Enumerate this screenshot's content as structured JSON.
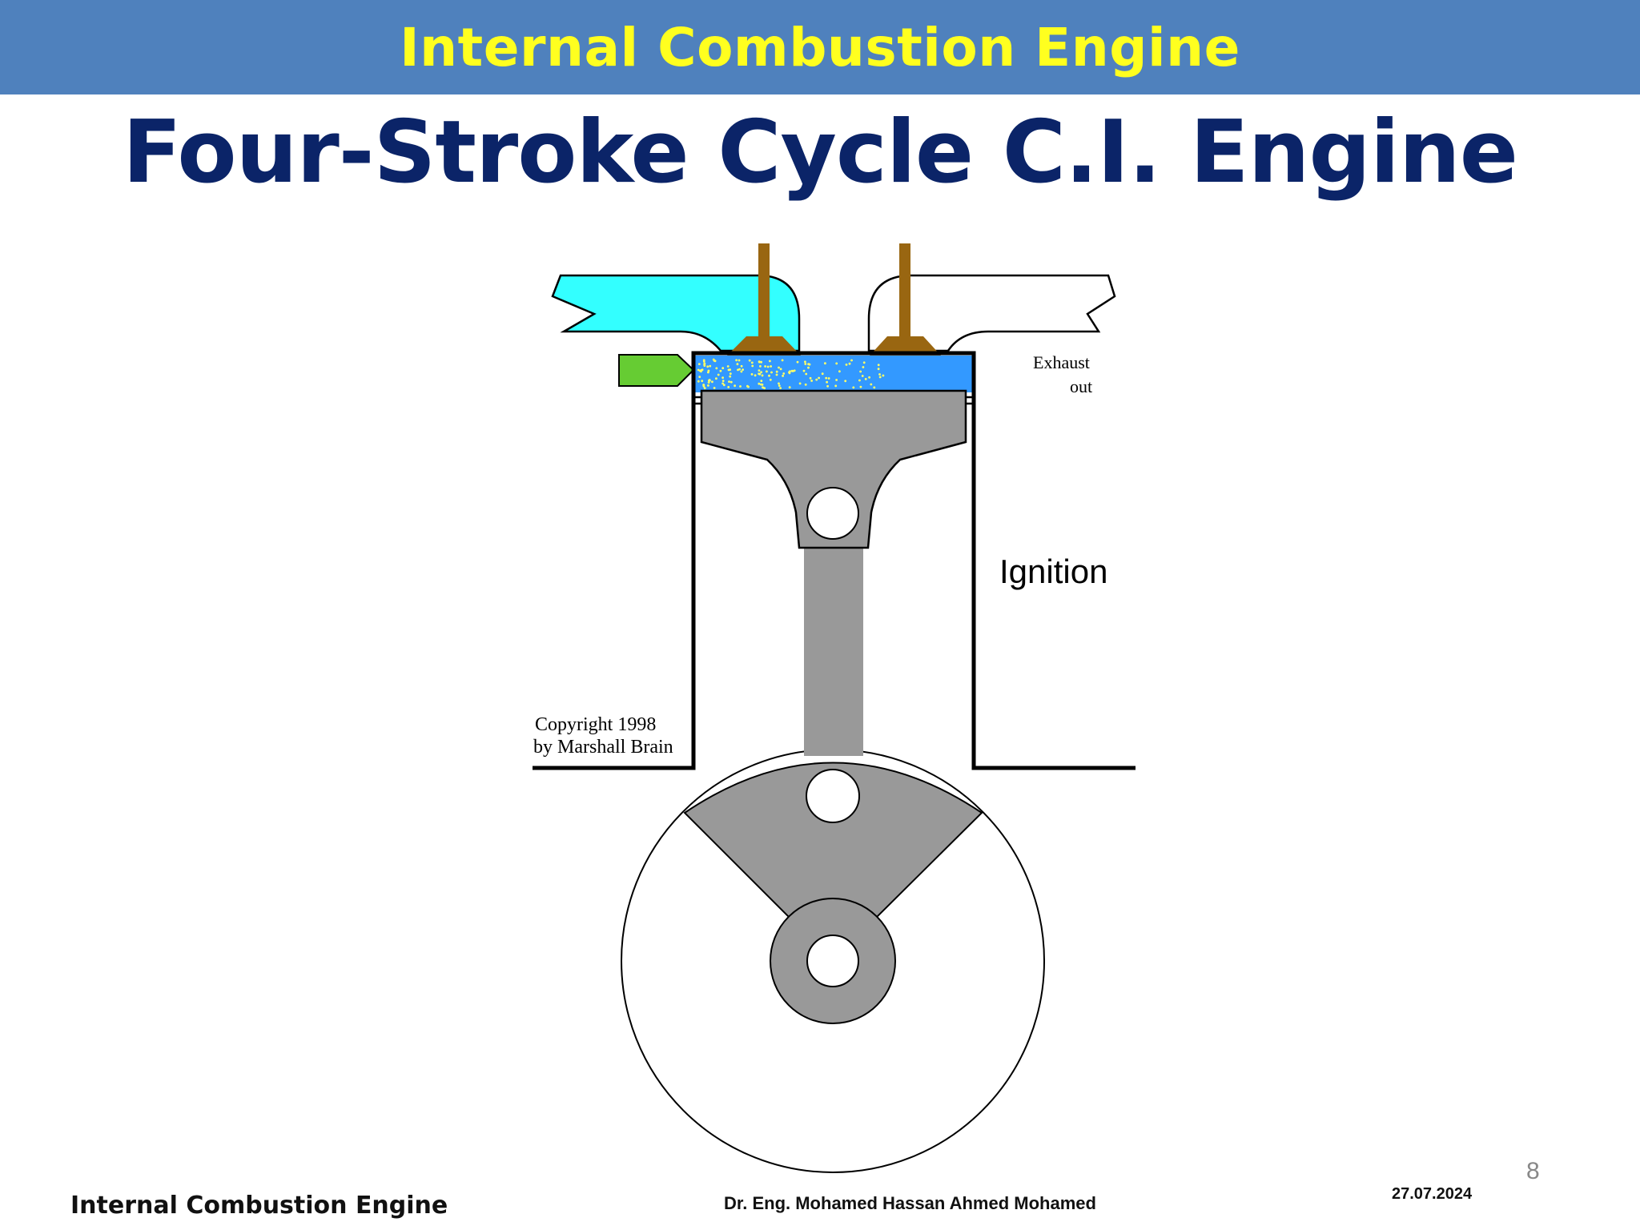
{
  "header": {
    "title": "Internal Combustion Engine"
  },
  "slide": {
    "title": "Four-Stroke Cycle C.I. Engine"
  },
  "diagram": {
    "exhaust_label_line1": "Exhaust",
    "exhaust_label_line2": "out",
    "stroke_label": "Ignition",
    "copyright_line1": "Copyright 1998",
    "copyright_line2": "by Marshall Brain",
    "colors": {
      "intake_charge": "#33ffff",
      "combustion_chamber": "#3399ff",
      "valve": "#996611",
      "injector": "#66cc33",
      "piston_and_rod": "#999999",
      "fuel_spray_dots": "#ffff66"
    }
  },
  "footer": {
    "course": "Internal Combustion Engine",
    "author": "Dr. Eng. Mohamed Hassan Ahmed Mohamed",
    "date": "27.07.2024",
    "page": "8"
  }
}
